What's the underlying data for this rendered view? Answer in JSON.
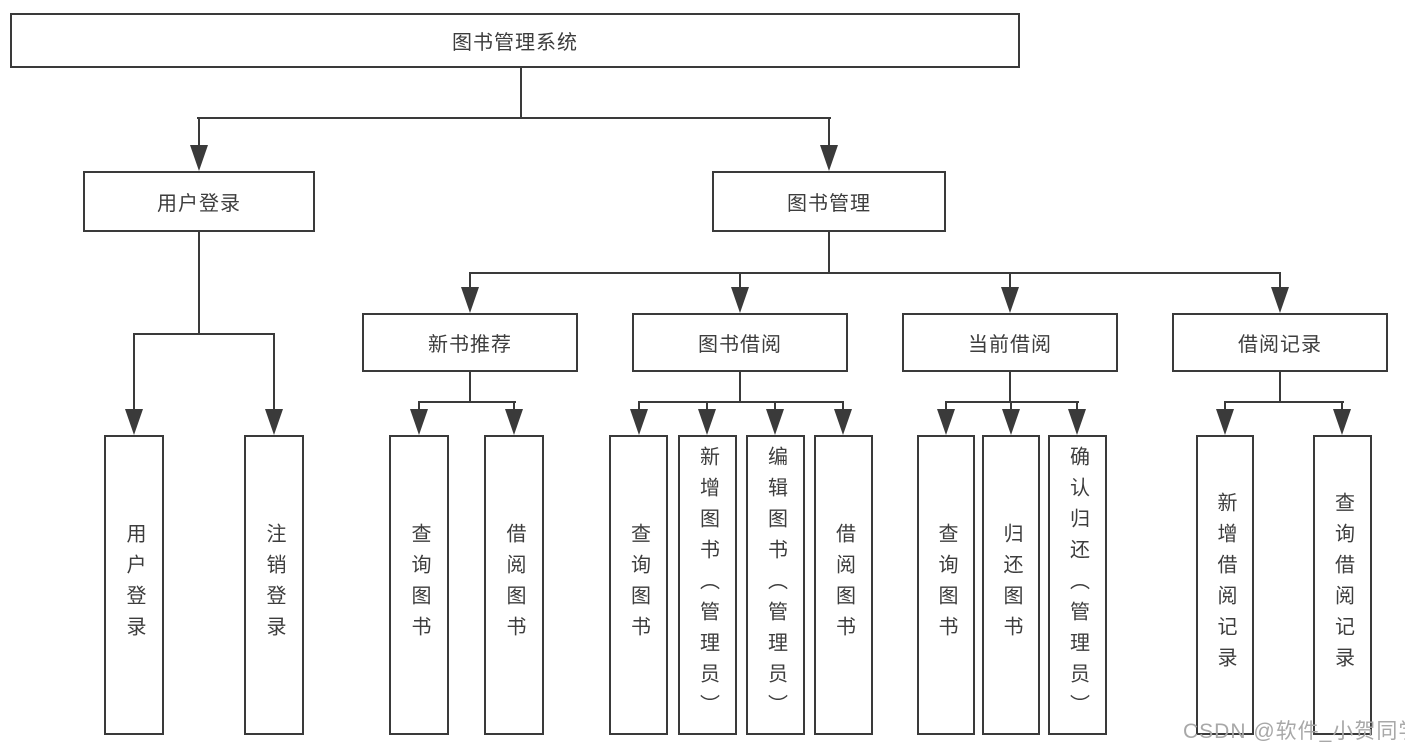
{
  "diagram": {
    "type": "hierarchy-tree",
    "tree": {
      "label": "图书管理系统",
      "children": [
        {
          "label": "用户登录",
          "children": [
            {
              "label": "用户登录"
            },
            {
              "label": "注销登录"
            }
          ]
        },
        {
          "label": "图书管理",
          "children": [
            {
              "label": "新书推荐",
              "children": [
                {
                  "label": "查询图书"
                },
                {
                  "label": "借阅图书"
                }
              ]
            },
            {
              "label": "图书借阅",
              "children": [
                {
                  "label": "查询图书"
                },
                {
                  "label": "新增图书（管理员）"
                },
                {
                  "label": "编辑图书（管理员）"
                },
                {
                  "label": "借阅图书"
                }
              ]
            },
            {
              "label": "当前借阅",
              "children": [
                {
                  "label": "查询图书"
                },
                {
                  "label": "归还图书"
                },
                {
                  "label": "确认归还（管理员）"
                }
              ]
            },
            {
              "label": "借阅记录",
              "children": [
                {
                  "label": "新增借阅记录"
                },
                {
                  "label": "查询借阅记录"
                }
              ]
            }
          ]
        }
      ]
    },
    "colors": {
      "line": "#3a3a3a",
      "text": "#3d3d3d",
      "background": "#ffffff",
      "watermark": "#a8a8a8"
    }
  },
  "watermark": {
    "text": "CSDN @软件_小贺同学"
  }
}
